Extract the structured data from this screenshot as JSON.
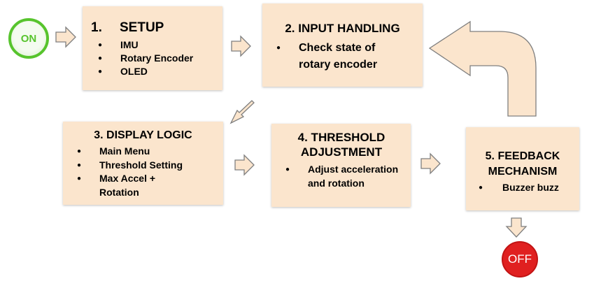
{
  "start": {
    "label": "ON"
  },
  "end": {
    "label": "OFF"
  },
  "setup": {
    "number": "1.",
    "title": "SETUP",
    "items": [
      "IMU",
      "Rotary Encoder",
      "OLED"
    ]
  },
  "input": {
    "title": "2. INPUT HANDLING",
    "items": [
      "Check state of rotary encoder"
    ]
  },
  "display": {
    "title": "3. DISPLAY LOGIC",
    "items": [
      "Main Menu",
      "Threshold Setting",
      "Max Accel + Rotation"
    ]
  },
  "threshold": {
    "title": "4. THRESHOLD ADJUSTMENT",
    "items": [
      "Adjust acceleration and rotation"
    ]
  },
  "feedback": {
    "title": "5. FEEDBACK MECHANISM",
    "items": [
      "Buzzer buzz"
    ]
  },
  "colors": {
    "box_fill": "#fbe5cd",
    "arrow_fill": "#fbe5cd",
    "arrow_stroke": "#7f7f7f",
    "on_green": "#57c42d",
    "off_red": "#e02020"
  }
}
